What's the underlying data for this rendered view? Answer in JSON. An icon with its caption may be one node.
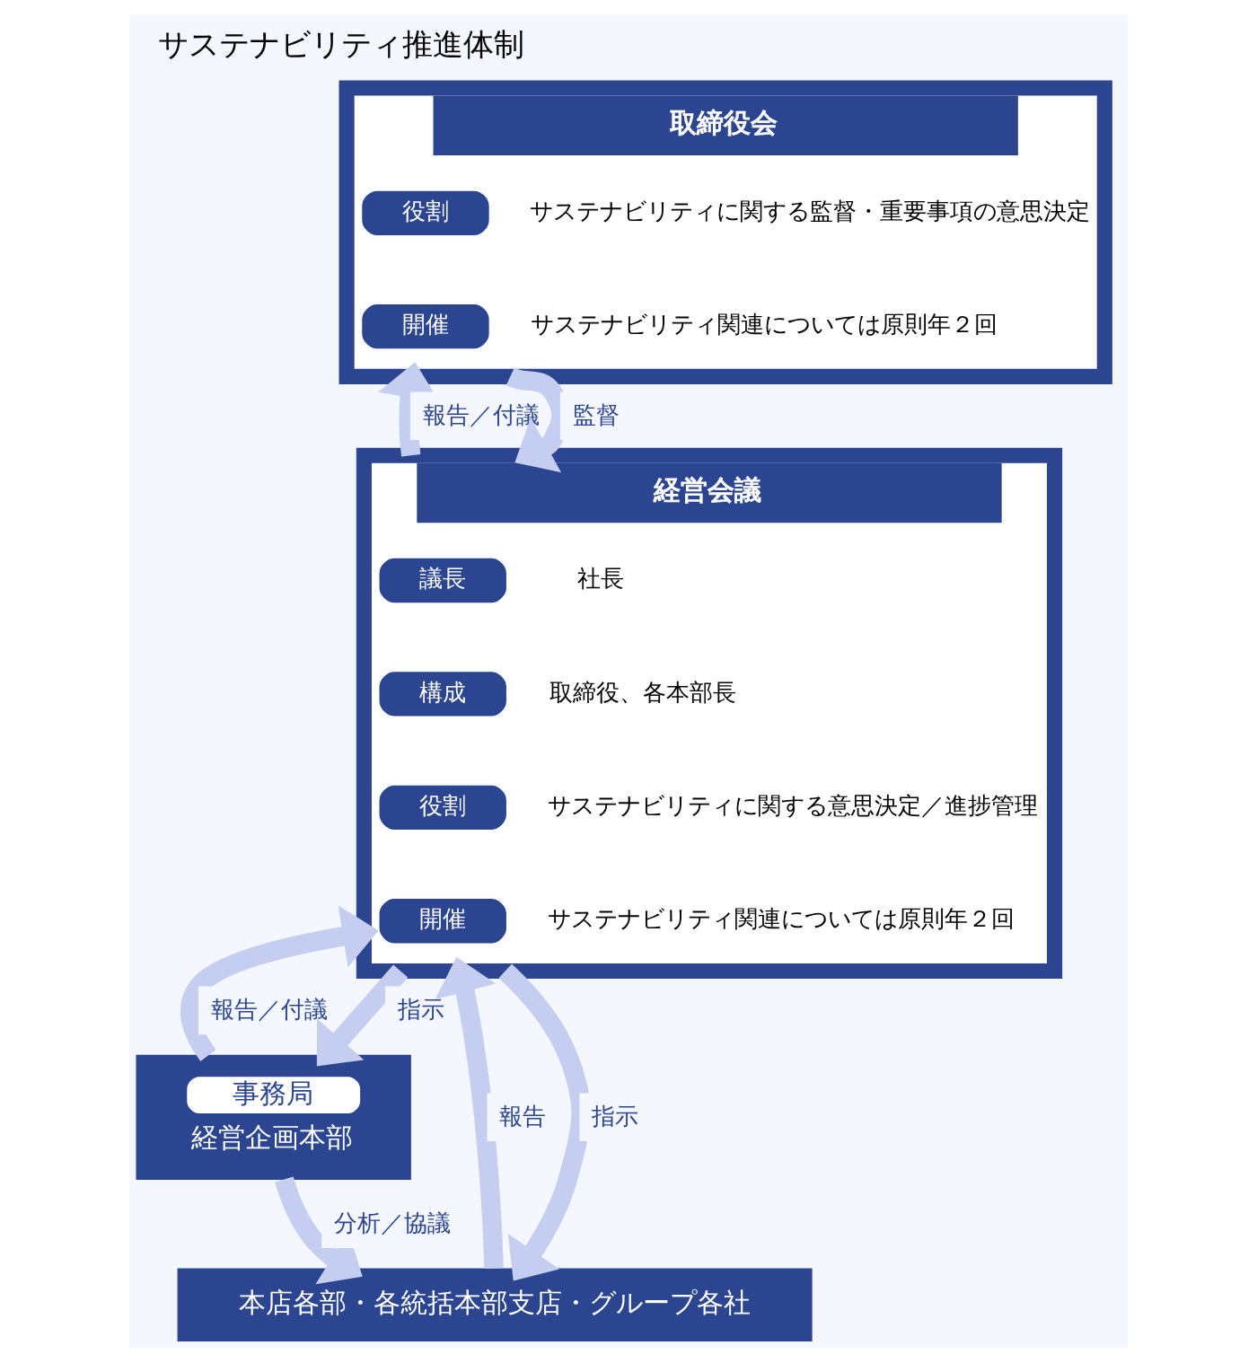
{
  "diagram": {
    "title": "サステナビリティ推進体制",
    "nodes": [
      {
        "text": [
          "取締役会"
        ]
      },
      {
        "text": [
          "役割"
        ],
        "in": 0,
        "beside": [
          "サステナビリティに関する監督・重要事項の意思決定"
        ]
      },
      {
        "text": [
          "開催"
        ],
        "in": 0,
        "beside": [
          "サステナビリティ関連については原則年２回"
        ]
      },
      {
        "text": [
          "経営会議"
        ]
      },
      {
        "text": [
          "議長"
        ],
        "in": 3,
        "beside": [
          "社長"
        ]
      },
      {
        "text": [
          "構成"
        ],
        "in": 3,
        "beside": [
          "取締役、各本部長"
        ]
      },
      {
        "text": [
          "役割"
        ],
        "in": 3,
        "beside": [
          "サステナビリティに関する意思決定／進捗管理"
        ]
      },
      {
        "text": [
          "開催"
        ],
        "in": 3,
        "beside": [
          "サステナビリティ関連については原則年２回"
        ]
      },
      {
        "text": [
          "事務局",
          "経営企画本部"
        ]
      },
      {
        "text": [
          "本店各部・各統括本部支店・グループ各社"
        ]
      }
    ],
    "edges": [
      {
        "from": 3,
        "to": 0,
        "arrow": "to",
        "label": "報告／付議"
      },
      {
        "from": 0,
        "to": 3,
        "arrow": "to",
        "label": "監督"
      },
      {
        "from": 9,
        "to": 3,
        "arrow": "to",
        "label": "報告"
      },
      {
        "from": 3,
        "to": 9,
        "arrow": "to",
        "label": "指示"
      },
      {
        "from": 8,
        "to": 3,
        "arrow": "to",
        "label": "報告／付議"
      },
      {
        "from": 3,
        "to": 8,
        "arrow": "to",
        "label": "指示"
      },
      {
        "from": 8,
        "to": 9,
        "arrow": "to",
        "label": "分析／協議"
      }
    ]
  }
}
